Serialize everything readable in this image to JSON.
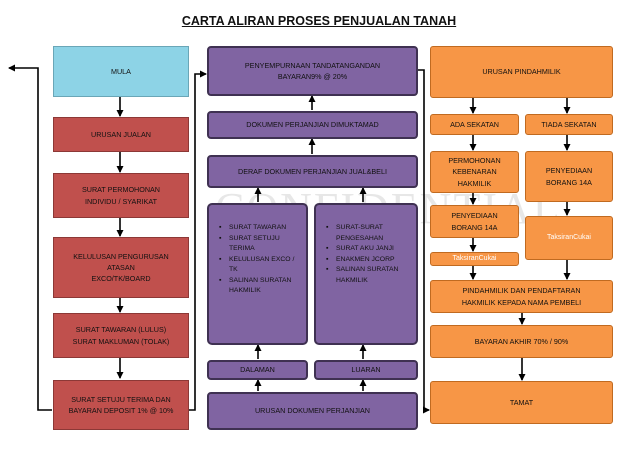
{
  "title": "CARTA ALIRAN PROSES PENJUALAN TANAH",
  "watermark": "CONFIDENTIAL",
  "left": {
    "mula": "MULA",
    "urusan_jualan": "URUSAN JUALAN",
    "surat_permohonan": "SURAT PERMOHONAN\nINDIVIDU / SYARIKAT",
    "kelulusan": "KELULUSAN PENGURUSAN\nATASAN\nEXCO/TK/BOARD",
    "surat_tawaran": "SURAT TAWARAN (LULUS)\nSURAT MAKLUMAN (TOLAK)",
    "surat_setuju": "SURAT SETUJU TERIMA DAN\nBAYARAN DEPOSIT 1% @ 10%"
  },
  "middle": {
    "penyempurnaan": "PENYEMPURNAAN TANDATANGANDAN\nBAYARAN9% @ 20%",
    "dokumen_dimuktamad": "DOKUMEN PERJANJIAN DIMUKTAMAD",
    "deraf": "DERAF DOKUMEN PERJANJIAN JUAL&BELI",
    "dalaman_items": [
      "SURAT TAWARAN",
      "SURAT SETUJU TERIMA",
      "KELULUSAN EXCO / TK",
      "SALINAN SURATAN HAKMILIK"
    ],
    "luaran_items": [
      "SURAT-SURAT PENGESAHAN",
      "SURAT AKU JANJI",
      "ENAKMEN JCORP",
      "SALINAN SURATAN HAKMILIK"
    ],
    "dalaman": "DALAMAN",
    "luaran": "LUARAN",
    "urusan_dokumen": "URUSAN DOKUMEN PERJANJIAN"
  },
  "right": {
    "urusan_pindahmilik": "URUSAN PINDAHMILIK",
    "ada_sekatan": "ADA SEKATAN",
    "tiada_sekatan": "TIADA SEKATAN",
    "permohonan_kebenaran": "PERMOHONAN\nKEBENARAN\nHAKMILIK",
    "penyediaan_14a_left": "PENYEDIAAN\nBORANG 14A",
    "penyediaan_14a_right": "PENYEDIAAN\nBORANG 14A",
    "taksiran_left": "TaksiranCukai",
    "taksiran_right": "TaksiranCukai",
    "pindahmilik": "PINDAHMILIK DAN PENDAFTARAN\nHAKMILIK KEPADA NAMA PEMBELI",
    "bayaran_akhir": "BAYARAN AKHIR 70% / 90%",
    "tamat": "TAMAT"
  },
  "colors": {
    "blue": "#8dd3e6",
    "red": "#c0504d",
    "purple": "#8064a2",
    "orange": "#f79646"
  }
}
